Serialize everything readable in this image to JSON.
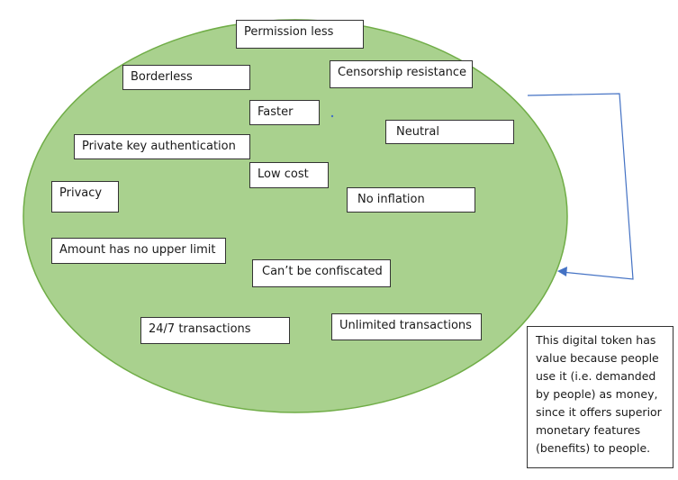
{
  "diagram": {
    "ellipse_fill": "#a9d18e",
    "ellipse_stroke": "#70ad47",
    "arrow_color": "#4472c4",
    "features": {
      "permission_less": "Permission less",
      "borderless": "Borderless",
      "censorship_resistance": "Censorship resistance",
      "faster": "Faster",
      "neutral": "Neutral",
      "private_key_authentication": "Private key authentication",
      "low_cost": "Low cost",
      "privacy": "Privacy",
      "no_inflation": "No inflation",
      "amount_no_upper_limit": "Amount has no upper limit",
      "cant_be_confiscated": "Can’t be confiscated",
      "transactions_24_7": "24/7 transactions",
      "unlimited_transactions": "Unlimited transactions"
    },
    "note": "This digital token has\nvalue because people\nuse it (i.e. demanded\nby people) as money,\nsince it offers superior\nmonetary features\n(benefits) to people."
  }
}
